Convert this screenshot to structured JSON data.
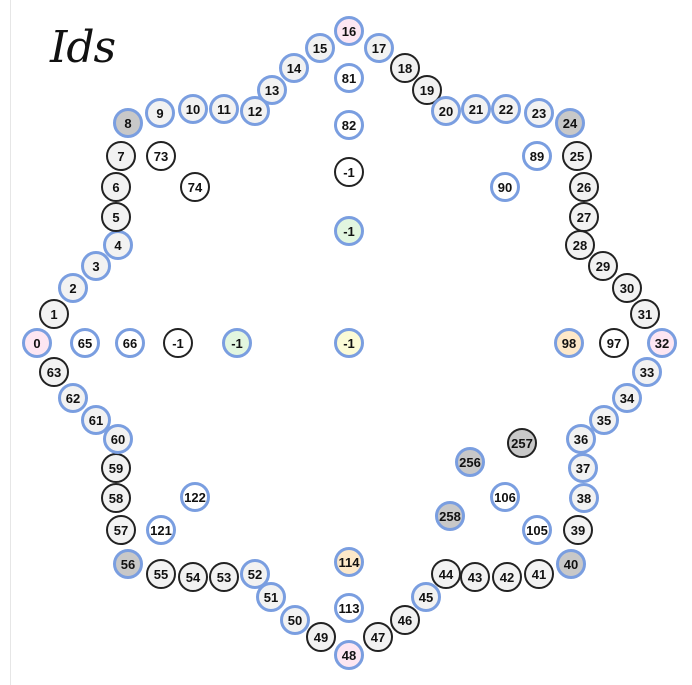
{
  "title": "Ids",
  "colors": {
    "blue_ring": "#7a9ee0",
    "black_ring": "#222222",
    "fill_plain": "#f2f2f2",
    "fill_white": "#ffffff",
    "fill_pink": "#fde6f2",
    "fill_gray": "#c8c8c8",
    "fill_green": "#e2f6df",
    "fill_yellow": "#fbfbd6",
    "fill_orange": "#fde8c8"
  },
  "nodes": [
    {
      "label": "0",
      "ring": "blue",
      "fill": "pink"
    },
    {
      "label": "1",
      "ring": "black",
      "fill": "plain"
    },
    {
      "label": "2",
      "ring": "blue",
      "fill": "plain"
    },
    {
      "label": "3",
      "ring": "blue",
      "fill": "plain"
    },
    {
      "label": "4",
      "ring": "blue",
      "fill": "plain"
    },
    {
      "label": "5",
      "ring": "black",
      "fill": "plain"
    },
    {
      "label": "6",
      "ring": "black",
      "fill": "plain"
    },
    {
      "label": "7",
      "ring": "black",
      "fill": "plain"
    },
    {
      "label": "8",
      "ring": "blue",
      "fill": "gray"
    },
    {
      "label": "9",
      "ring": "blue",
      "fill": "plain"
    },
    {
      "label": "10",
      "ring": "blue",
      "fill": "plain"
    },
    {
      "label": "11",
      "ring": "blue",
      "fill": "plain"
    },
    {
      "label": "12",
      "ring": "blue",
      "fill": "plain"
    },
    {
      "label": "13",
      "ring": "blue",
      "fill": "plain"
    },
    {
      "label": "14",
      "ring": "blue",
      "fill": "plain"
    },
    {
      "label": "15",
      "ring": "blue",
      "fill": "plain"
    },
    {
      "label": "16",
      "ring": "blue",
      "fill": "pink"
    },
    {
      "label": "17",
      "ring": "blue",
      "fill": "plain"
    },
    {
      "label": "18",
      "ring": "black",
      "fill": "plain"
    },
    {
      "label": "19",
      "ring": "black",
      "fill": "plain"
    },
    {
      "label": "20",
      "ring": "blue",
      "fill": "plain"
    },
    {
      "label": "21",
      "ring": "blue",
      "fill": "plain"
    },
    {
      "label": "22",
      "ring": "blue",
      "fill": "plain"
    },
    {
      "label": "23",
      "ring": "blue",
      "fill": "plain"
    },
    {
      "label": "24",
      "ring": "blue",
      "fill": "gray"
    },
    {
      "label": "25",
      "ring": "black",
      "fill": "plain"
    },
    {
      "label": "26",
      "ring": "black",
      "fill": "plain"
    },
    {
      "label": "27",
      "ring": "black",
      "fill": "plain"
    },
    {
      "label": "28",
      "ring": "black",
      "fill": "plain"
    },
    {
      "label": "29",
      "ring": "black",
      "fill": "plain"
    },
    {
      "label": "30",
      "ring": "black",
      "fill": "plain"
    },
    {
      "label": "31",
      "ring": "black",
      "fill": "plain"
    },
    {
      "label": "32",
      "ring": "blue",
      "fill": "pink"
    },
    {
      "label": "33",
      "ring": "blue",
      "fill": "plain"
    },
    {
      "label": "34",
      "ring": "blue",
      "fill": "plain"
    },
    {
      "label": "35",
      "ring": "blue",
      "fill": "plain"
    },
    {
      "label": "36",
      "ring": "blue",
      "fill": "plain"
    },
    {
      "label": "37",
      "ring": "blue",
      "fill": "plain"
    },
    {
      "label": "38",
      "ring": "blue",
      "fill": "plain"
    },
    {
      "label": "39",
      "ring": "black",
      "fill": "plain"
    },
    {
      "label": "40",
      "ring": "blue",
      "fill": "gray"
    },
    {
      "label": "41",
      "ring": "black",
      "fill": "plain"
    },
    {
      "label": "42",
      "ring": "black",
      "fill": "plain"
    },
    {
      "label": "43",
      "ring": "black",
      "fill": "plain"
    },
    {
      "label": "44",
      "ring": "black",
      "fill": "plain"
    },
    {
      "label": "45",
      "ring": "blue",
      "fill": "plain"
    },
    {
      "label": "46",
      "ring": "black",
      "fill": "plain"
    },
    {
      "label": "47",
      "ring": "black",
      "fill": "plain"
    },
    {
      "label": "48",
      "ring": "blue",
      "fill": "pink"
    },
    {
      "label": "49",
      "ring": "black",
      "fill": "plain"
    },
    {
      "label": "50",
      "ring": "blue",
      "fill": "plain"
    },
    {
      "label": "51",
      "ring": "blue",
      "fill": "plain"
    },
    {
      "label": "52",
      "ring": "blue",
      "fill": "plain"
    },
    {
      "label": "53",
      "ring": "black",
      "fill": "plain"
    },
    {
      "label": "54",
      "ring": "black",
      "fill": "plain"
    },
    {
      "label": "55",
      "ring": "black",
      "fill": "plain"
    },
    {
      "label": "56",
      "ring": "blue",
      "fill": "gray"
    },
    {
      "label": "57",
      "ring": "black",
      "fill": "plain"
    },
    {
      "label": "58",
      "ring": "black",
      "fill": "plain"
    },
    {
      "label": "59",
      "ring": "black",
      "fill": "plain"
    },
    {
      "label": "60",
      "ring": "blue",
      "fill": "plain"
    },
    {
      "label": "61",
      "ring": "blue",
      "fill": "plain"
    },
    {
      "label": "62",
      "ring": "blue",
      "fill": "plain"
    },
    {
      "label": "63",
      "ring": "black",
      "fill": "plain"
    },
    {
      "label": "65",
      "ring": "blue",
      "fill": "white"
    },
    {
      "label": "66",
      "ring": "blue",
      "fill": "white"
    },
    {
      "label": "-1",
      "ring": "black",
      "fill": "white"
    },
    {
      "label": "-1",
      "ring": "blue",
      "fill": "green"
    },
    {
      "label": "-1",
      "ring": "blue",
      "fill": "yellow"
    },
    {
      "label": "98",
      "ring": "blue",
      "fill": "orange"
    },
    {
      "label": "97",
      "ring": "black",
      "fill": "white"
    },
    {
      "label": "73",
      "ring": "black",
      "fill": "white"
    },
    {
      "label": "74",
      "ring": "black",
      "fill": "white"
    },
    {
      "label": "81",
      "ring": "blue",
      "fill": "white"
    },
    {
      "label": "82",
      "ring": "blue",
      "fill": "white"
    },
    {
      "label": "-1",
      "ring": "black",
      "fill": "white"
    },
    {
      "label": "-1",
      "ring": "blue",
      "fill": "green"
    },
    {
      "label": "89",
      "ring": "blue",
      "fill": "white"
    },
    {
      "label": "90",
      "ring": "blue",
      "fill": "white"
    },
    {
      "label": "122",
      "ring": "blue",
      "fill": "white"
    },
    {
      "label": "121",
      "ring": "blue",
      "fill": "white"
    },
    {
      "label": "114",
      "ring": "blue",
      "fill": "orange"
    },
    {
      "label": "113",
      "ring": "blue",
      "fill": "white"
    },
    {
      "label": "257",
      "ring": "black",
      "fill": "gray"
    },
    {
      "label": "256",
      "ring": "blue",
      "fill": "gray"
    },
    {
      "label": "106",
      "ring": "blue",
      "fill": "white"
    },
    {
      "label": "258",
      "ring": "blue",
      "fill": "gray"
    },
    {
      "label": "105",
      "ring": "blue",
      "fill": "white"
    }
  ]
}
